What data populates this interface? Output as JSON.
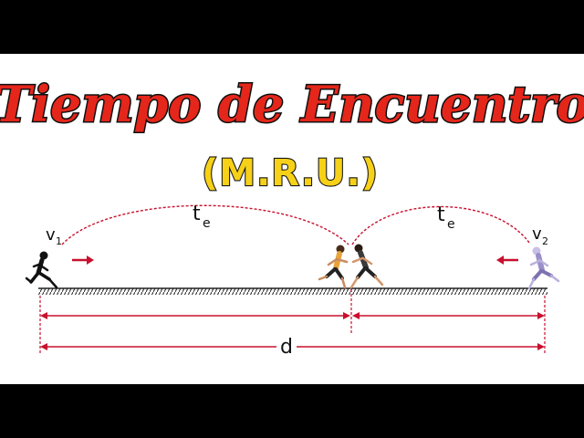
{
  "title": "Tiempo de Encuentro",
  "subtitle": "(M.R.U.)",
  "labels": {
    "v1_main": "v",
    "v1_sub": "1",
    "v2_main": "v",
    "v2_sub": "2",
    "te_main": "t",
    "te_sub": "e",
    "distance": "d"
  },
  "colors": {
    "title_fill": "#e5261b",
    "title_stroke": "#101010",
    "subtitle_fill": "#f7d117",
    "subtitle_stroke": "#1a1a1a",
    "accent_red": "#c8102e",
    "ground": "#222222",
    "runner_left": "#111111",
    "runner_mid_a": "#e8a33a",
    "runner_mid_b": "#3a3a3a",
    "runner_right": "#9b8fc9"
  },
  "icons": [
    "runner-left-icon",
    "runner-meeting-a-icon",
    "runner-meeting-b-icon",
    "runner-right-icon",
    "arrow-right-icon",
    "arrow-left-icon"
  ]
}
